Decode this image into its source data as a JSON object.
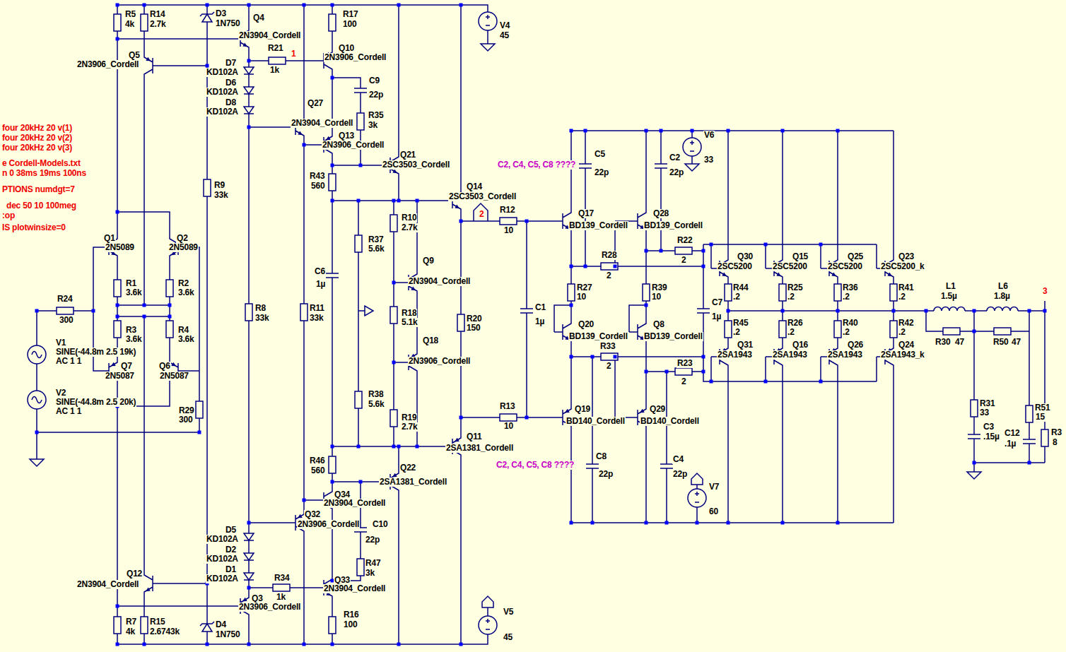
{
  "diagram": {
    "labels": [
      "four 20kHz 20 v(1)",
      "four 20kHz 20 v(2)",
      "four 20kHz 20 v(3)",
      "e Cordell-Models.txt",
      "n 0 38ms 19ms 100ns",
      "PTIONS numdgt=7",
      "dec 50 10 100meg",
      ":op",
      "IS plotwinsize=0",
      "R5",
      "4k",
      "R14",
      "2.7k",
      "D3",
      "1N750",
      "Q4",
      "2N3904_Cordell",
      "V4",
      "45",
      "Q5",
      "2N3906_Cordell",
      "D7",
      "KD102A",
      "R21",
      "1",
      "1k",
      "Q10",
      "2N3906_Cordell",
      "R17",
      "100",
      "C9",
      "22p",
      "D6",
      "KD102A",
      "D8",
      "KD102A",
      "Q27",
      "2N3904_Cordell",
      "R35",
      "3k",
      "Q13",
      "2N3906_Cordell",
      "Q21",
      "2SC3503_Cordell",
      "R43",
      "560",
      "C2, C4, C5, C8 ????",
      "C5",
      "22p",
      "C2",
      "22p",
      "V6",
      "33",
      "Q14",
      "2SC3503_Cordell",
      "2",
      "R12",
      "10",
      "R9",
      "33k",
      "Q17",
      "BD139_Cordell",
      "Q28",
      "BD139_Cordell",
      "R10",
      "2.7k",
      "R37",
      "5.6k",
      "Q1",
      "2N5089",
      "Q2",
      "2N5089",
      "R22",
      "2",
      "R28",
      "2",
      "Q30",
      "2SC5200",
      "Q15",
      "2SC5200",
      "Q25",
      "2SC5200",
      "Q23",
      "2SC5200_k",
      "Q9",
      "2N3904_Cordell",
      "C6",
      "1µ",
      "R1",
      "3.6k",
      "R2",
      "3.6k",
      "R27",
      "10",
      "R39",
      "10",
      "R44",
      ".2",
      "R25",
      ".2",
      "R36",
      ".2",
      "R41",
      ".2",
      "L1",
      "1.5µ",
      "L6",
      "1.8µ",
      "3",
      "R24",
      "300",
      "C7",
      "1µ",
      "C1",
      "1µ",
      "R8",
      "33k",
      "R11",
      "33k",
      "R18",
      "5.1k",
      "R20",
      "150",
      "R45",
      ".2",
      "R26",
      ".2",
      "R40",
      ".2",
      "R42",
      ".2",
      "Q20",
      "BD139_Cordell",
      "Q8",
      "BD139_Cordell",
      "R3",
      "3.6k",
      "R4",
      "3.6k",
      "V1",
      "SINE(-44.8m 2.5 19k)",
      "AC 1 1",
      "Q18",
      "2N3906_Cordell",
      "R30",
      "47",
      "R50",
      "47",
      "Q31",
      "2SA1943",
      "Q16",
      "2SA1943",
      "Q26",
      "2SA1943",
      "Q24",
      "2SA1943_k",
      "R33",
      "2",
      "Q7",
      "2N5087",
      "Q6",
      "2N5087",
      "R23",
      "2",
      "V2",
      "SINE(-44.8m 2.5 20k)",
      "AC 1 1",
      "R38",
      "5.6k",
      "R29",
      "300",
      "R31",
      "33",
      "R51",
      "15",
      "R19",
      "2.7k",
      "R13",
      "10",
      "Q19",
      "BD140_Cordell",
      "Q29",
      "BD140_Cordell",
      "C3",
      ".15µ",
      "C12",
      ".1µ",
      "R3",
      "8",
      "Q11",
      "2SA1381_Cordell",
      "R46",
      "560",
      "C2, C4, C5, C8 ????",
      "C8",
      "22p",
      "C4",
      "22p",
      "Q22",
      "2SA1381_Cordell",
      "V7",
      "60",
      "Q34",
      "2N3904_Cordell",
      "Q32",
      "2N3906_Cordell",
      "C10",
      "22p",
      "D5",
      "KD102A",
      "D2",
      "KD102A",
      "D1",
      "KD102A",
      "R47",
      "3k",
      "Q12",
      "2N3904_Cordell",
      "R34",
      "1k",
      "Q33",
      "2N3904_Cordell",
      "Q3",
      "2N3906_Cordell",
      "V5",
      "45",
      "R16",
      "100",
      "R7",
      "4k",
      "R15",
      "2.6743k",
      "D4",
      "1N750"
    ]
  }
}
